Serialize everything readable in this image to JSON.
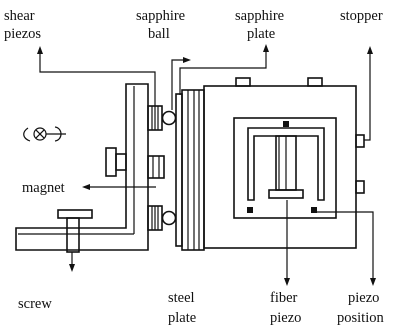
{
  "labels": {
    "shear": "shear",
    "piezos": "piezos",
    "sapphire_ball_1": "sapphire",
    "sapphire_ball_2": "ball",
    "sapphire_plate_1": "sapphire",
    "sapphire_plate_2": "plate",
    "stopper": "stopper",
    "magnet": "magnet",
    "screw": "screw",
    "steel_1": "steel",
    "steel_2": "plate",
    "fiber_1": "fiber",
    "fiber_2": "piezo",
    "piezo_pos_1": "piezo",
    "piezo_pos_2": "position"
  },
  "colors": {
    "ink": "#111111",
    "background": "#ffffff"
  },
  "icons": {
    "rotation": "crossed-circle-rotation-icon"
  }
}
